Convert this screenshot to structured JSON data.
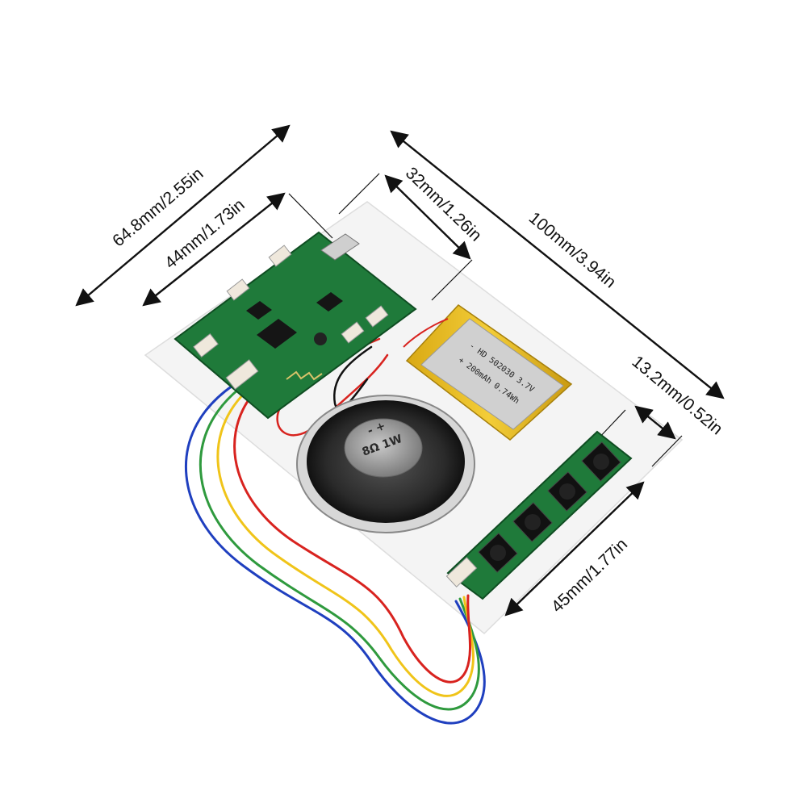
{
  "dimensions": {
    "board_width": "64.8mm/2.55in",
    "board_inner": "44mm/1.73in",
    "board_height": "32mm/1.26in",
    "overall_length": "100mm/3.94in",
    "button_width": "13.2mm/0.52in",
    "button_length": "45mm/1.77in"
  },
  "battery": {
    "line1": "- HD 502030 3.7V",
    "line2": "+ 200mAh 0.74Wh"
  },
  "speaker": {
    "label": "8Ω 1W",
    "polarity": "- +"
  },
  "colors": {
    "pcb": "#1f7a3a",
    "wire_red": "#d8231f",
    "wire_yellow": "#f0c419",
    "wire_green": "#2f9a3e",
    "wire_blue": "#1f3fbf",
    "battery": "#e4b81e"
  }
}
